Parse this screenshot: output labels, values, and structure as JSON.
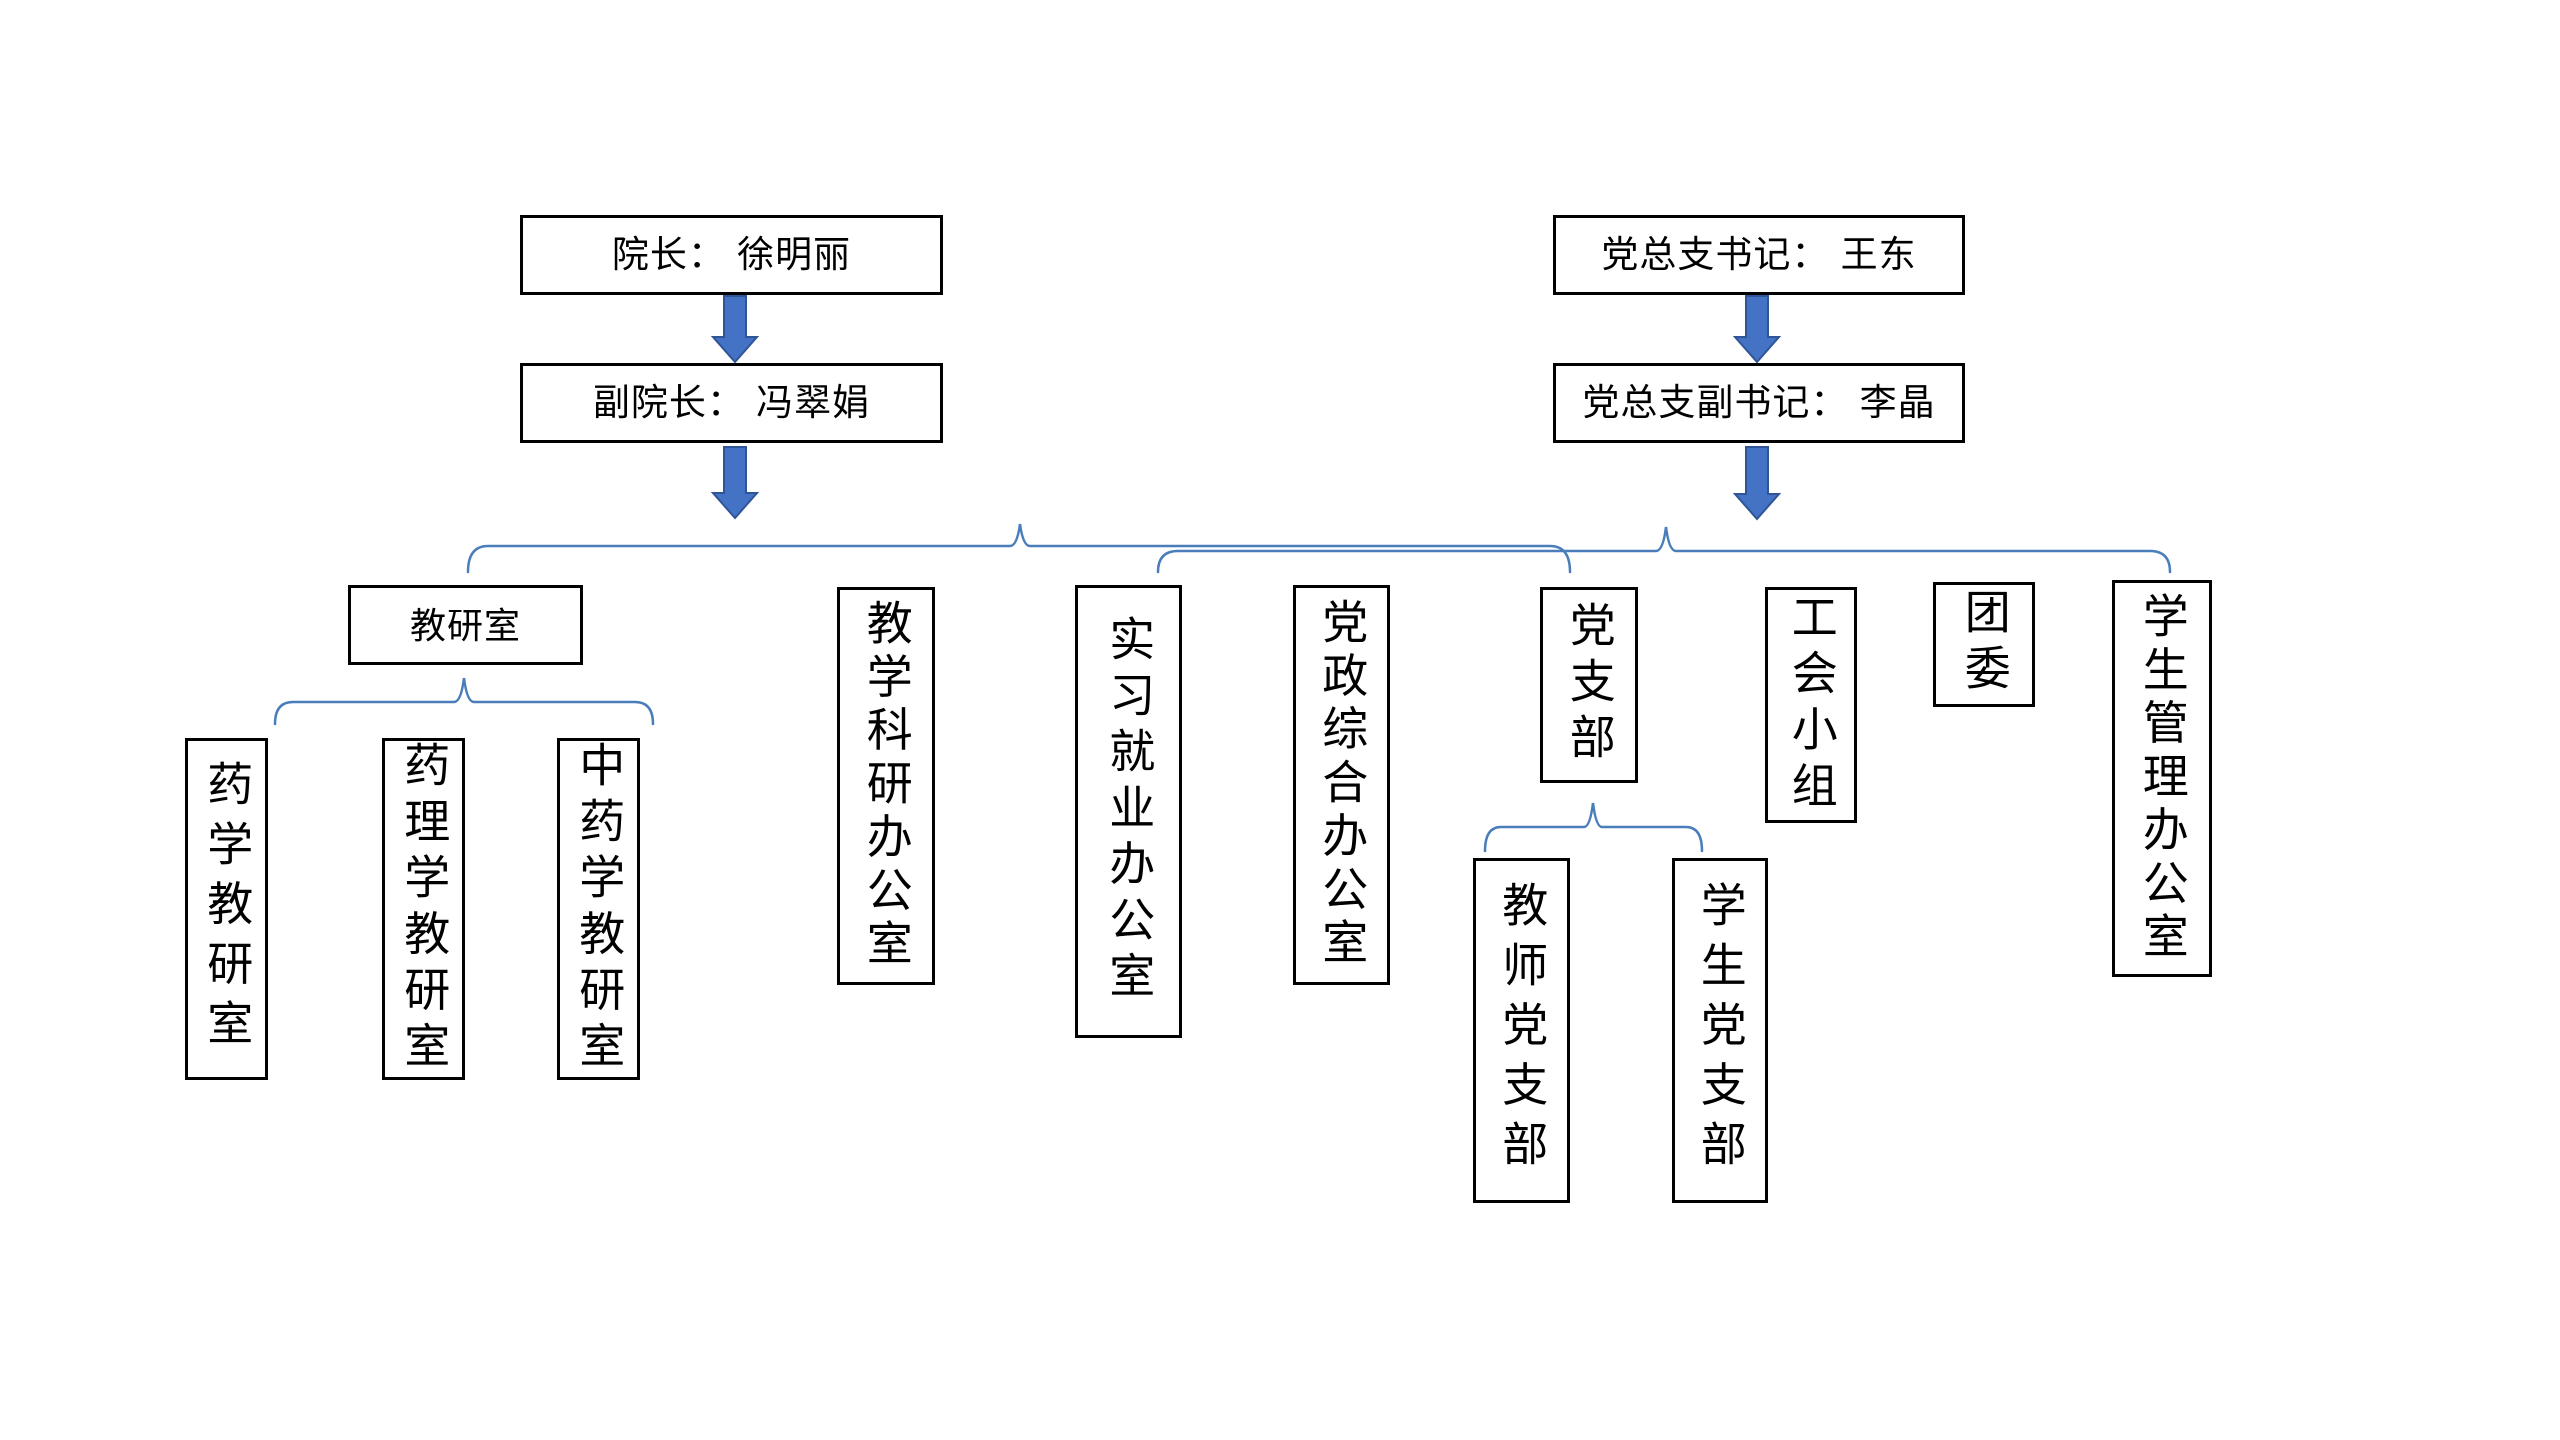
{
  "nodes": {
    "dean": "院长： 徐明丽",
    "vice_dean": "副院长： 冯翠娟",
    "party_secretary": "党总支书记： 王东",
    "party_deputy_secretary": "党总支副书记： 李晶",
    "teaching_research_office": "教研室",
    "pharmacy_tro": "药学教研室",
    "pharmacology_tro": "药理学教研室",
    "tcm_tro": "中药学教研室",
    "teaching_science_office": "教学科研办公室",
    "internship_employment_office": "实习就业办公室",
    "party_admin_office": "党政综合办公室",
    "party_branch": "党支部",
    "teacher_party_branch": "教师党支部",
    "student_party_branch": "学生党支部",
    "union_group": "工会小组",
    "youth_league": "团委",
    "student_management_office": "学生管理办公室"
  },
  "colors": {
    "arrow_fill": "#4472C4",
    "arrow_border": "#2F5597",
    "brace_stroke": "#4A7EBB",
    "box_border": "#000000",
    "background": "#FFFFFF"
  }
}
